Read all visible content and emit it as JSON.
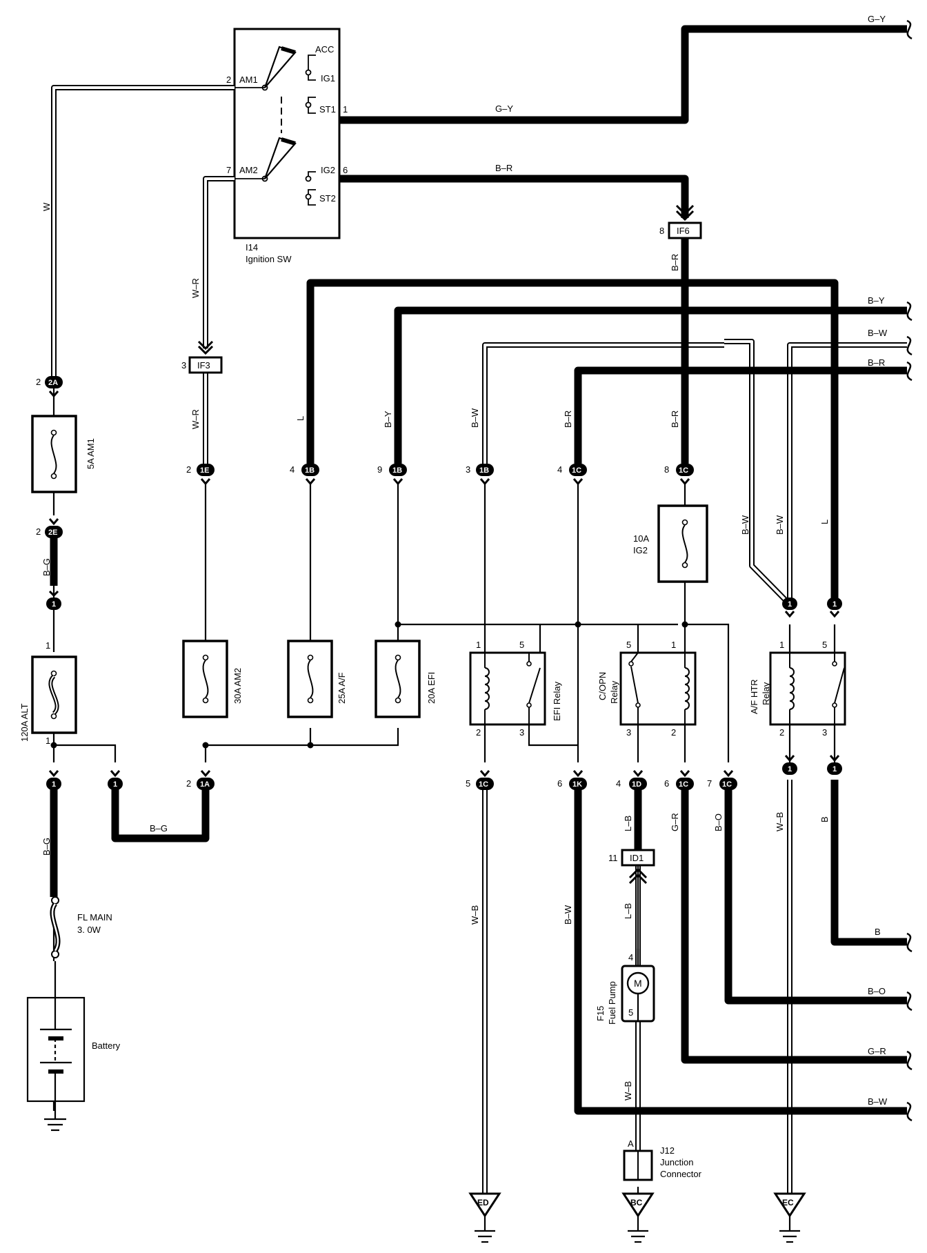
{
  "ignition_switch": {
    "id": "I14",
    "name": "Ignition SW",
    "terminals": [
      "ACC",
      "AM1",
      "IG1",
      "ST1",
      "AM2",
      "IG2",
      "ST2"
    ],
    "pins": {
      "am1": "2",
      "st1": "1",
      "am2": "7",
      "ig2": "6"
    }
  },
  "wires": {
    "w": "W",
    "w_r": "W–R",
    "b_g": "B–G",
    "g_y": "G–Y",
    "b_r": "B–R",
    "l": "L",
    "b_y": "B–Y",
    "b_w": "B–W",
    "w_b": "W–B",
    "l_b": "L–B",
    "g_r": "G–R",
    "b_o": "B–O",
    "b": "B"
  },
  "fuses": {
    "am1": "5A AM1",
    "alt": "120A ALT",
    "am2": "30A AM2",
    "af": "25A A/F",
    "efi": "20A EFI",
    "ig2_amp": "10A",
    "ig2_name": "IG2",
    "fl_main": "FL MAIN",
    "fl_main_size": "3. 0W"
  },
  "connectors": [
    {
      "code": "2A",
      "pin": "2"
    },
    {
      "code": "2E",
      "pin": "2"
    },
    {
      "code": "1",
      "pin": ""
    },
    {
      "code": "1",
      "pin": "1"
    },
    {
      "code": "1A",
      "pin": "2"
    },
    {
      "code": "1E",
      "pin": "2"
    },
    {
      "code": "1B",
      "pin": "4"
    },
    {
      "code": "1B",
      "pin": "9"
    },
    {
      "code": "1B",
      "pin": "3"
    },
    {
      "code": "1C",
      "pin": "4"
    },
    {
      "code": "1C",
      "pin": "8"
    },
    {
      "code": "1C",
      "pin": "5"
    },
    {
      "code": "1K",
      "pin": "6"
    },
    {
      "code": "1D",
      "pin": "4"
    },
    {
      "code": "1C",
      "pin": "6"
    },
    {
      "code": "1C",
      "pin": "7"
    },
    {
      "code": "IF3",
      "pin": "3"
    },
    {
      "code": "IF6",
      "pin": "8"
    },
    {
      "code": "ID1",
      "pin": "11"
    }
  ],
  "relays": {
    "efi": {
      "name": "EFI Relay",
      "pins": [
        "1",
        "5",
        "2",
        "3"
      ]
    },
    "copn": {
      "name": "C/OPN",
      "name2": "Relay",
      "pins": [
        "5",
        "1",
        "3",
        "2"
      ]
    },
    "afhtr": {
      "name": "A/F HTR",
      "name2": "Relay",
      "pins": [
        "1",
        "5",
        "2",
        "3"
      ]
    }
  },
  "fuel_pump": {
    "id": "F15",
    "name": "Fuel Pump",
    "motor": "M",
    "pin_top": "4",
    "pin_bottom": "5"
  },
  "junction": {
    "id": "J12",
    "name": "Junction",
    "name2": "Connector",
    "pin": "A"
  },
  "grounds": [
    "ED",
    "BC",
    "EC"
  ],
  "battery": {
    "name": "Battery"
  },
  "edge_wires": [
    "G–Y",
    "B–Y",
    "B–W",
    "B–R",
    "B",
    "B–O",
    "G–R",
    "B–W"
  ]
}
